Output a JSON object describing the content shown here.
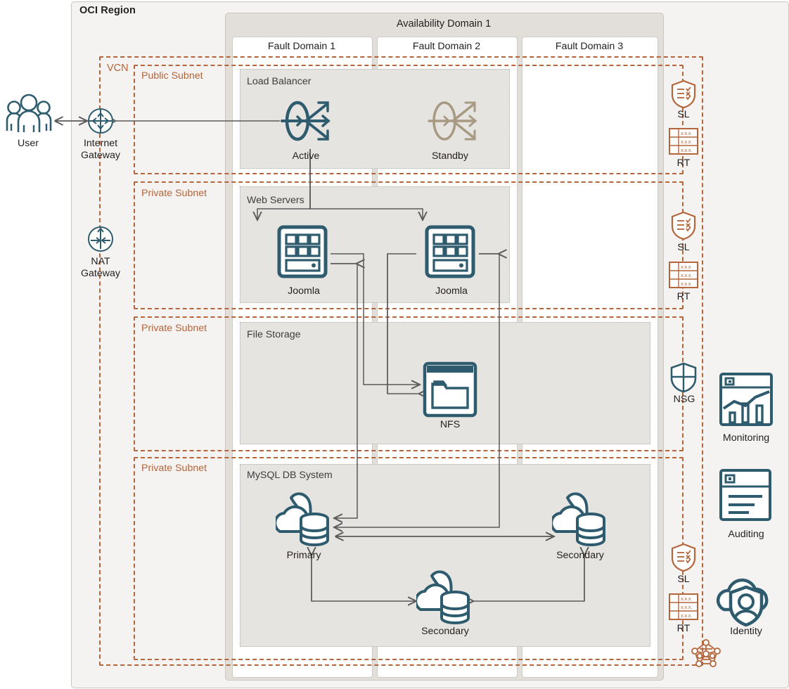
{
  "diagram": {
    "title": "OCI Region",
    "region_label": "OCI Region",
    "availability_domain": "Availability Domain 1",
    "fault_domains": [
      "Fault Domain 1",
      "Fault Domain 2",
      "Fault Domain 3"
    ],
    "vcn_label": "VCN",
    "subnets": [
      {
        "label": "Public Subnet",
        "type": "public"
      },
      {
        "label": "Private Subnet",
        "type": "private"
      },
      {
        "label": "Private Subnet",
        "type": "private"
      },
      {
        "label": "Private Subnet",
        "type": "private"
      }
    ],
    "groups": [
      {
        "label": "Load Balancer"
      },
      {
        "label": "Web Servers"
      },
      {
        "label": "File Storage"
      },
      {
        "label": "MySQL DB System"
      }
    ]
  },
  "external": {
    "user_label": "User",
    "internet_gateway_label": "Internet\nGateway",
    "internet_gateway_line1": "Internet",
    "internet_gateway_line2": "Gateway",
    "nat_gateway_line1": "NAT",
    "nat_gateway_line2": "Gateway"
  },
  "nodes": {
    "load_balancer_active": "Active",
    "load_balancer_standby": "Standby",
    "web_server_1": "Joomla",
    "web_server_2": "Joomla",
    "file_storage": "NFS",
    "db_primary": "Primary",
    "db_secondary_1": "Secondary",
    "db_secondary_2": "Secondary"
  },
  "security_rail": {
    "items": [
      {
        "label": "SL",
        "icon": "security-list-shield-icon"
      },
      {
        "label": "RT",
        "icon": "route-table-icon",
        "cells": [
          "x.x.x.",
          "x.x.x.",
          "x.x.x."
        ]
      },
      {
        "label": "SL",
        "icon": "security-list-shield-icon"
      },
      {
        "label": "RT",
        "icon": "route-table-icon",
        "cells": [
          "x.x.x.",
          "x.x.x.",
          "x.x.x."
        ]
      },
      {
        "label": "NSG",
        "icon": "network-security-group-icon"
      },
      {
        "label": "SL",
        "icon": "security-list-shield-icon"
      },
      {
        "label": "RT",
        "icon": "route-table-icon",
        "cells": [
          "x.x.x.",
          "x.x.x.",
          "x.x.x."
        ]
      }
    ]
  },
  "services": [
    {
      "label": "Monitoring",
      "icon": "monitoring-icon"
    },
    {
      "label": "Auditing",
      "icon": "auditing-icon"
    },
    {
      "label": "Identity",
      "icon": "identity-icon"
    }
  ],
  "colors": {
    "accent_orange": "#b4653a",
    "teal": "#2e5c6e",
    "standby_tan": "#a89a83",
    "region_bg": "#f4f3f1",
    "ad_bg": "#e2dfdb",
    "group_bg": "#e6e4e0",
    "arrow": "#5a5a5a",
    "text": "#231f20"
  }
}
